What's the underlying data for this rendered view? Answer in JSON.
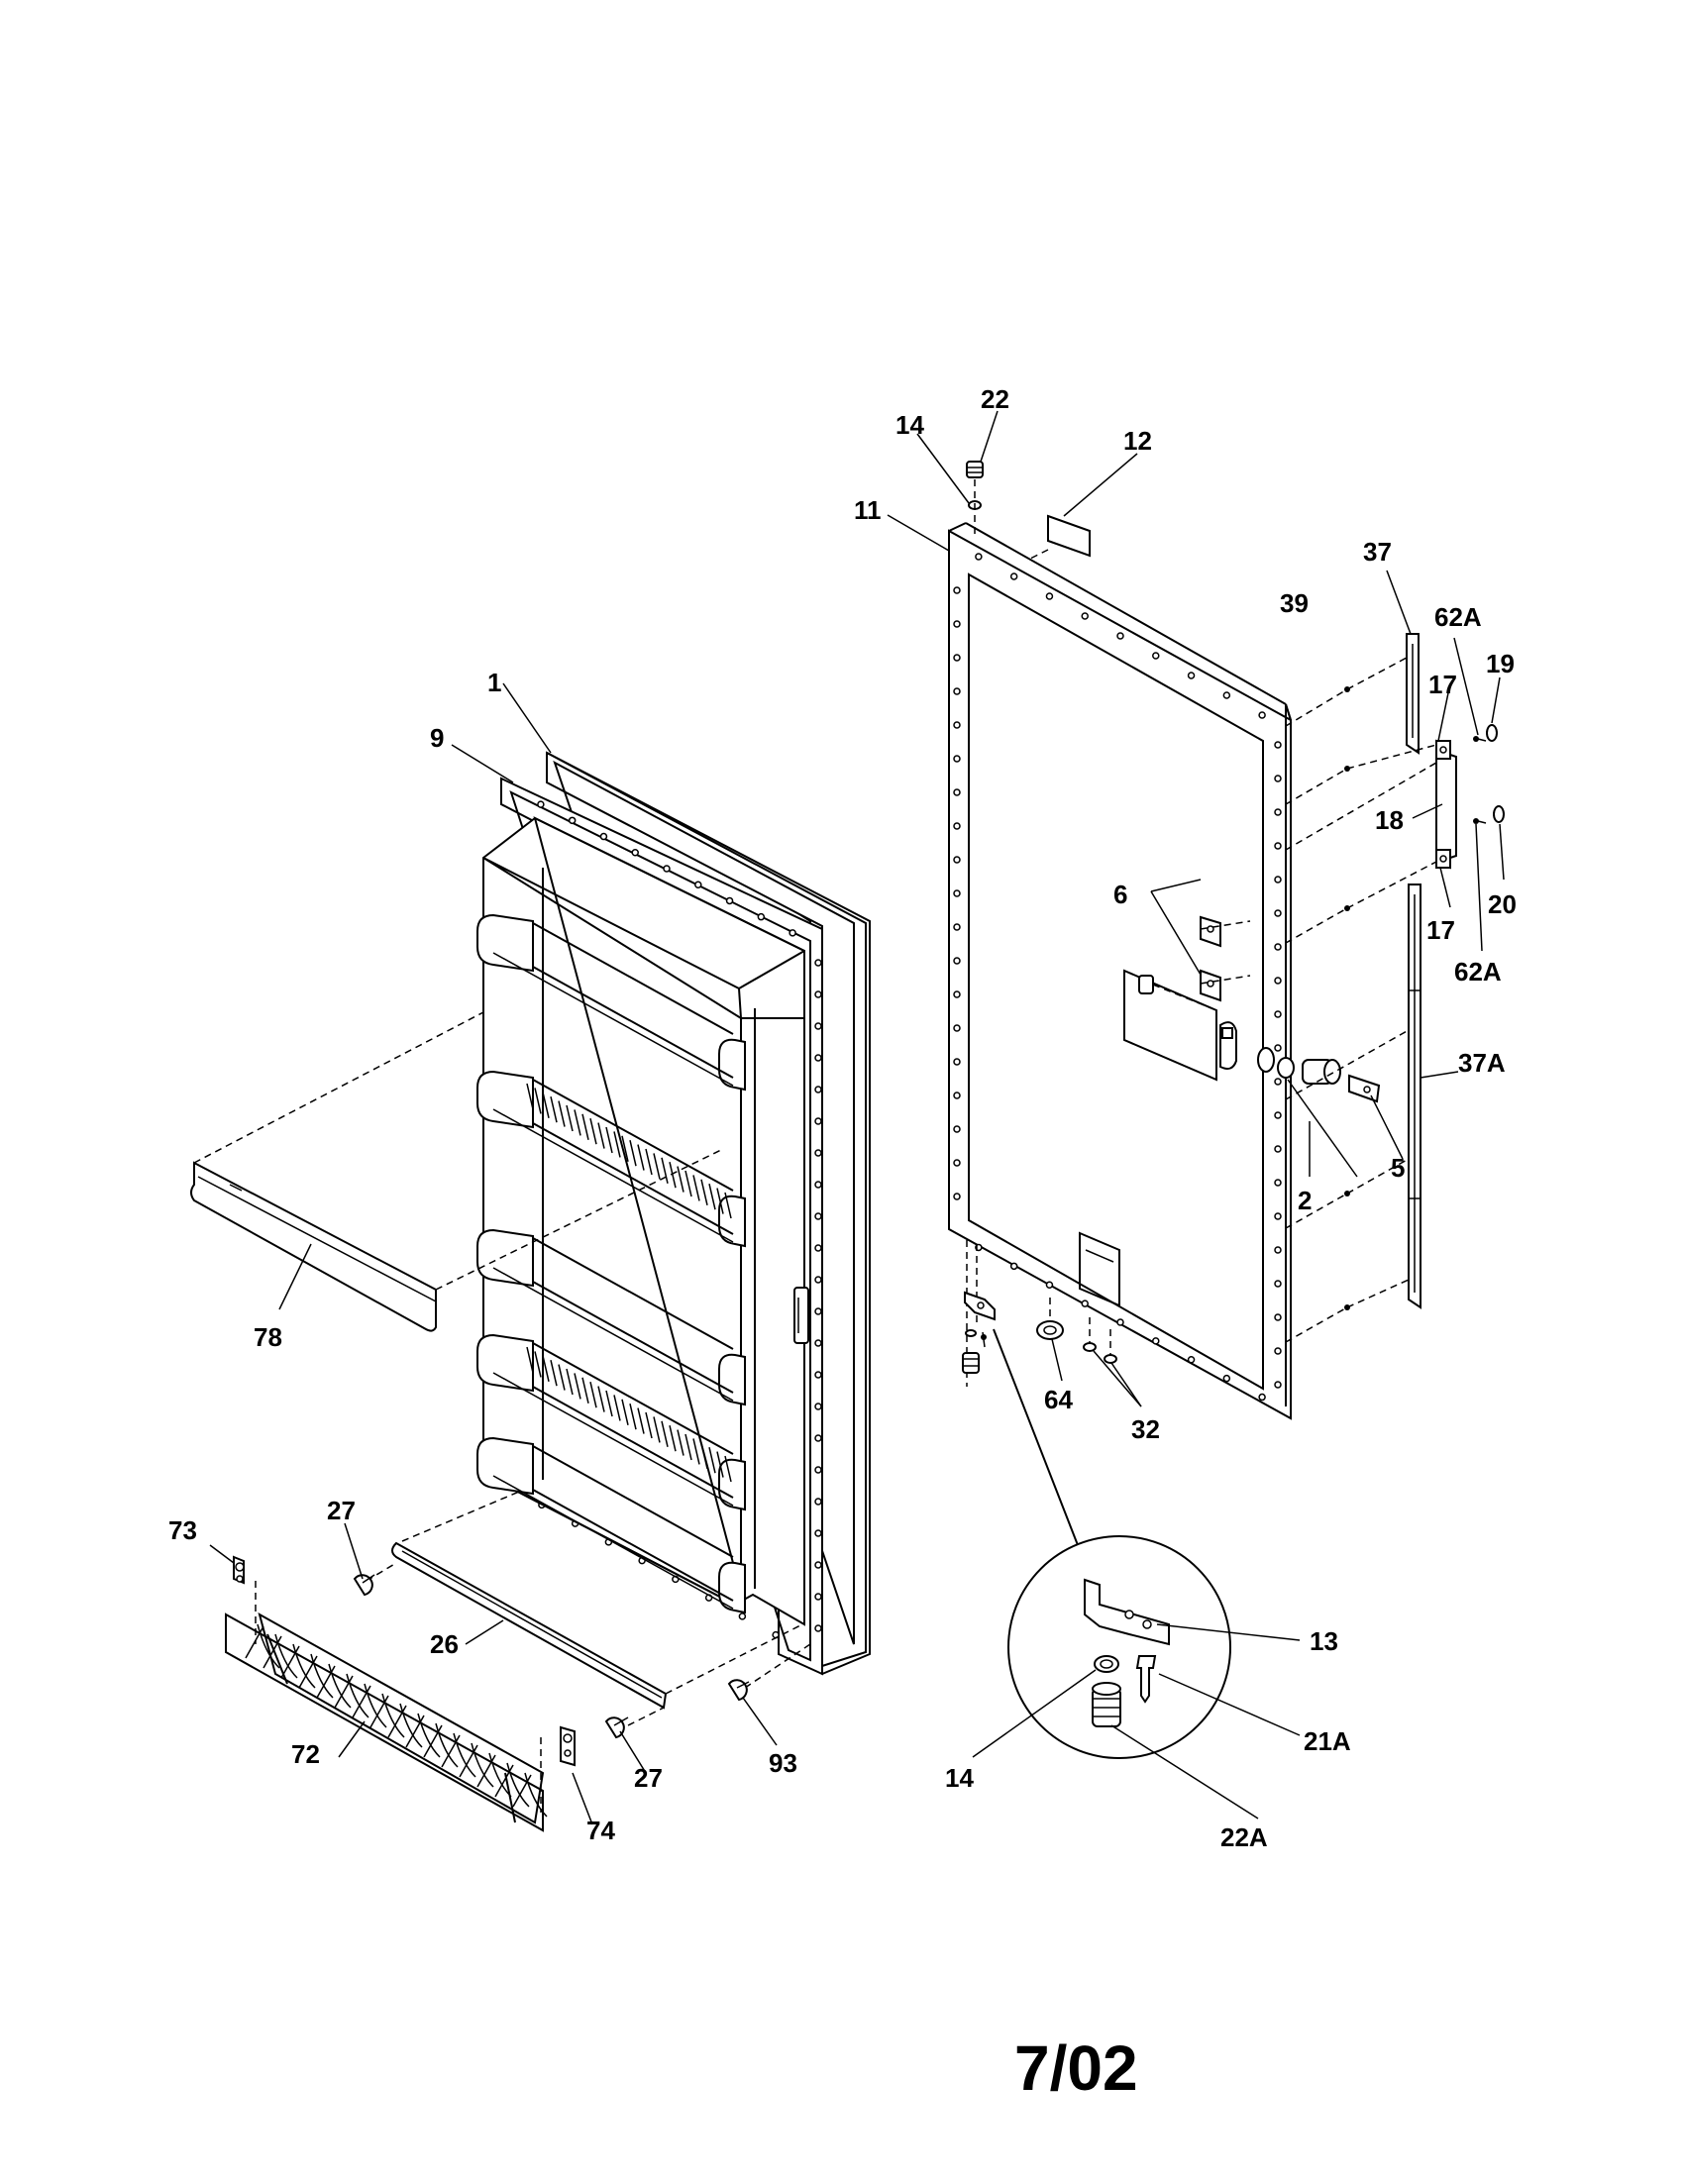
{
  "labels": {
    "p1": "1",
    "p2": "2",
    "p5": "5",
    "p6": "6",
    "p9": "9",
    "p11": "11",
    "p12": "12",
    "p13": "13",
    "p14_top": "14",
    "p14_detail": "14",
    "p17_top": "17",
    "p17_bottom": "17",
    "p18": "18",
    "p19": "19",
    "p20": "20",
    "p21A": "21A",
    "p22": "22",
    "p22A": "22A",
    "p26": "26",
    "p27_left": "27",
    "p27_right": "27",
    "p32": "32",
    "p37": "37",
    "p37A": "37A",
    "p39": "39",
    "p62A_top": "62A",
    "p62A_bottom": "62A",
    "p64": "64",
    "p72": "72",
    "p73": "73",
    "p74": "74",
    "p78": "78",
    "p93": "93"
  },
  "date_stamp": "7/02"
}
